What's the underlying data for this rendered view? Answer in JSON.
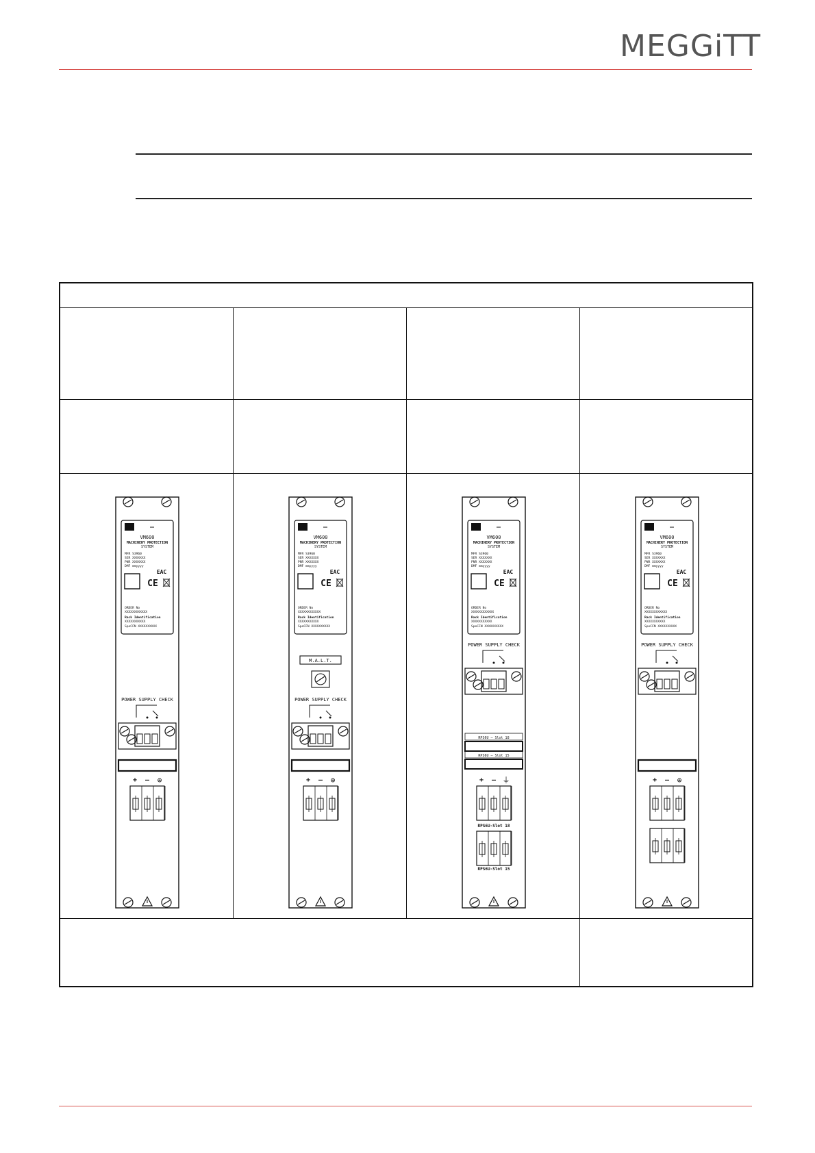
{
  "header": {
    "logo_text": "MEGGiTT",
    "brand_color": "#d9534f"
  },
  "modules": [
    {
      "label_header": "VM600",
      "label_title": "MACHINERY PROTECTION",
      "label_subtitle": "SYSTEM",
      "mfr": "MFR S3960",
      "ser": "SER XXXXXXX",
      "pnr": "PNR XXXXXXX",
      "dmf": "DMF mmyyyy",
      "order_no": "ORDER No",
      "order_val": "XXXXXXXXXXXX",
      "rack_id": "Rack Identification",
      "rack_val": "XXXXXXXXXXX",
      "spec": "SpeCFN XXXXXXXXXX",
      "power_supply_check": "POWER SUPPLY CHECK",
      "terminal_plus": "+",
      "terminal_minus": "–",
      "terminal_earth": "⊕",
      "walt": "",
      "slot_labels": []
    },
    {
      "label_header": "VM600",
      "label_title": "MACHINERY PROTECTION",
      "label_subtitle": "SYSTEM",
      "mfr": "MFR S3960",
      "ser": "SER XXXXXXX",
      "pnr": "PNR XXXXXXX",
      "dmf": "DMF mmyyyy",
      "order_no": "ORDER No",
      "order_val": "XXXXXXXXXXXX",
      "rack_id": "Rack Identification",
      "rack_val": "XXXXXXXXXXX",
      "spec": "SpeCFN XXXXXXXXXX",
      "power_supply_check": "POWER SUPPLY CHECK",
      "terminal_plus": "+",
      "terminal_minus": "–",
      "terminal_earth": "⊕",
      "walt": "M.A.L.T.",
      "slot_labels": []
    },
    {
      "label_header": "VM600",
      "label_title": "MACHINERY PROTECTION",
      "label_subtitle": "SYSTEM",
      "mfr": "MFR S3960",
      "ser": "SER XXXXXXX",
      "pnr": "PNR XXXXXXX",
      "dmf": "DMF mmyyyy",
      "order_no": "ORDER No",
      "order_val": "XXXXXXXXXXXX",
      "rack_id": "Rack Identification",
      "rack_val": "XXXXXXXXXXX",
      "spec": "SpeCFN XXXXXXXXXX",
      "power_supply_check": "POWER SUPPLY CHECK",
      "terminal_plus": "+",
      "terminal_minus": "–",
      "terminal_earth": "⏚",
      "walt": "",
      "slot_labels": [
        "RPS6U – Slot 18",
        "RPS6U – Slot 15"
      ],
      "block_labels": [
        "RPS6U-Slot 18",
        "RPS6U-Slot 15"
      ]
    },
    {
      "label_header": "VM600",
      "label_title": "MACHINERY PROTECTION",
      "label_subtitle": "SYSTEM",
      "mfr": "MFR S3960",
      "ser": "SER XXXXXXX",
      "pnr": "PNR XXXXXXX",
      "dmf": "DMF mmyyyy",
      "order_no": "ORDER No",
      "order_val": "XXXXXXXXXXXX",
      "rack_id": "Rack Identification",
      "rack_val": "XXXXXXXXXXX",
      "spec": "SpeCFN XXXXXXXXXX",
      "power_supply_check": "POWER SUPPLY CHECK",
      "terminal_plus": "+",
      "terminal_minus": "–",
      "terminal_earth": "⊕",
      "walt": "",
      "slot_labels": [],
      "double_block": true
    }
  ]
}
